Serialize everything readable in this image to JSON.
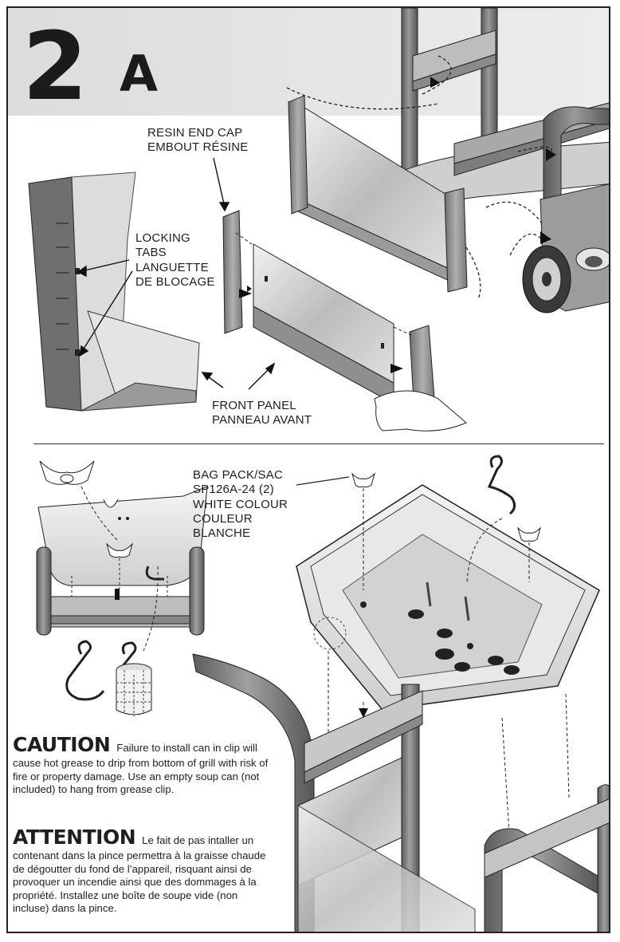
{
  "step": {
    "number": "2",
    "letter": "A"
  },
  "labels": {
    "resin_end_cap": {
      "en": "RESIN END CAP",
      "fr": "EMBOUT RÉSINE"
    },
    "locking_tabs": {
      "en_1": "LOCKING",
      "en_2": "TABS",
      "fr_1": "LANGUETTE",
      "fr_2": "DE BLOCAGE"
    },
    "front_panel": {
      "en": "FRONT PANEL",
      "fr": "PANNEAU AVANT"
    },
    "bag_pack": {
      "line_1": "BAG PACK/SAC",
      "line_2": "SP126A-24 (2)",
      "line_3": "WHITE COLOUR",
      "line_4": "COULEUR",
      "line_5": "BLANCHE"
    }
  },
  "caution": {
    "heading": "CAUTION",
    "text": "Failure to install can in clip will cause hot grease to drip from bottom of grill with risk of fire or property damage. Use an empty soup can (not included) to hang from grease clip."
  },
  "attention": {
    "heading": "ATTENTION",
    "text": "Le fait de pas intaller un contenant dans la pince permettra à la graisse chaude de dégoutter du fond de l’appareil, risquant ainsi de provoquer un incendie ainsi que des dommages à la propriété. Installez une boîte de soupe vide (non incluse) dans la pince."
  }
}
